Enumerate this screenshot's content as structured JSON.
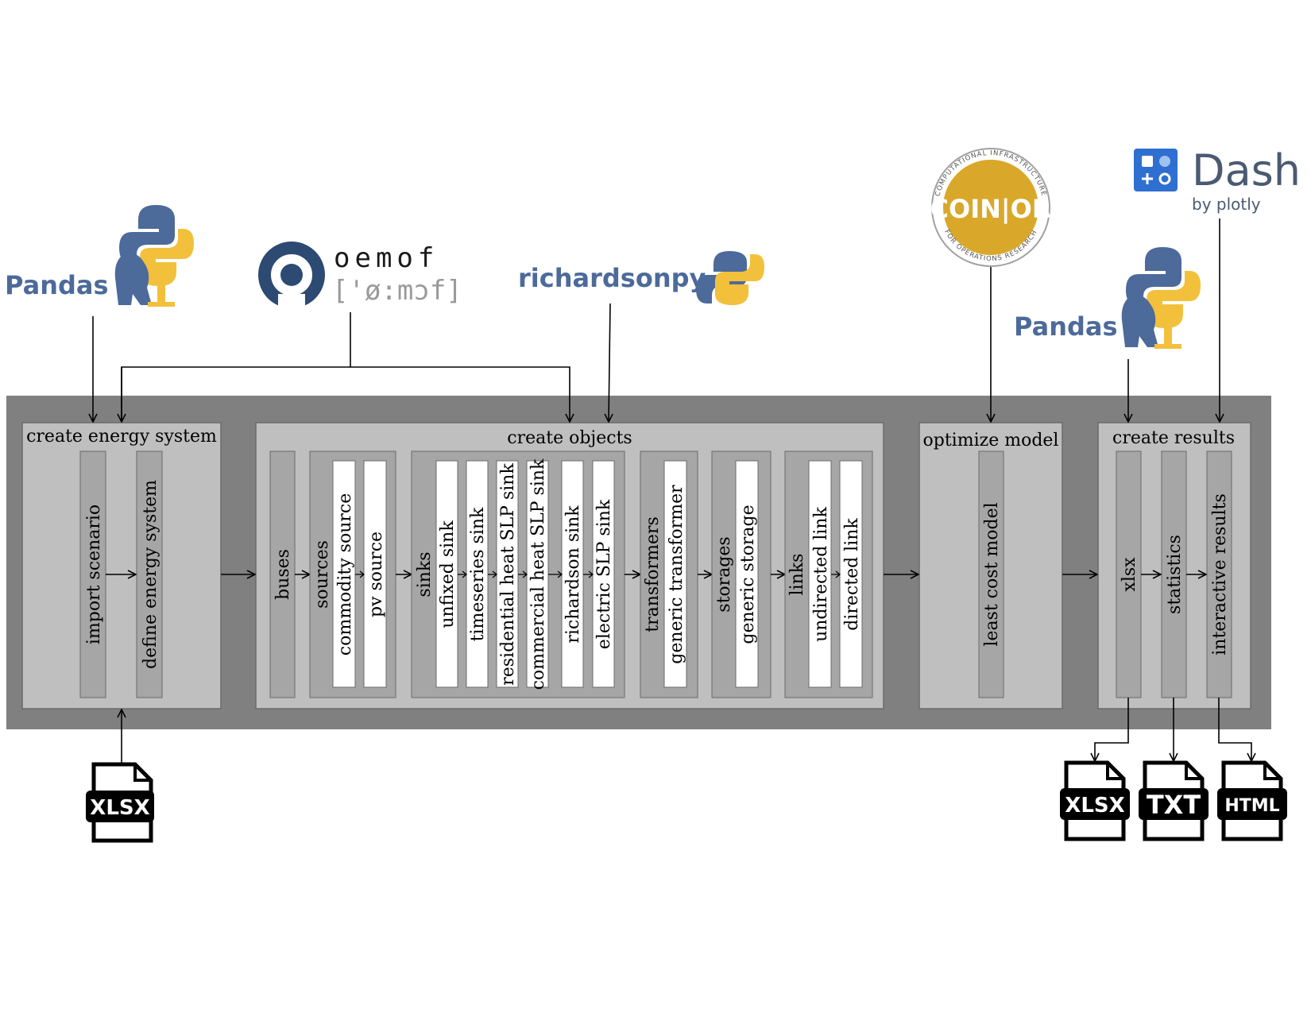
{
  "logos": {
    "pandas_left": "Pandas",
    "oemof_name": "oemof",
    "oemof_ipa": "['ø:mɔf]",
    "richardsonpy": "richardsonpy",
    "coin_or_main": "COIN|OR",
    "coin_or_ring_top": "COMPUTATIONAL INFRASTRUCTURE",
    "coin_or_ring_bottom": "FOR OPERATIONS RESEARCH",
    "dash_name": "Dash",
    "dash_by": "by plotly",
    "pandas_right": "Pandas"
  },
  "stages": {
    "create_energy_system": {
      "title": "create energy system",
      "items": [
        "import scenario",
        "define energy system"
      ]
    },
    "create_objects": {
      "title": "create objects",
      "buses": "buses",
      "sources": {
        "label": "sources",
        "items": [
          "commodity source",
          "pv source"
        ]
      },
      "sinks": {
        "label": "sinks",
        "items": [
          "unfixed sink",
          "timeseries sink",
          "residential heat SLP sink",
          "commercial heat SLP sink",
          "richardson sink",
          "electric SLP sink"
        ]
      },
      "transformers": {
        "label": "transformers",
        "items": [
          "generic transformer"
        ]
      },
      "storages": {
        "label": "storages",
        "items": [
          "generic storage"
        ]
      },
      "links": {
        "label": "links",
        "items": [
          "undirected link",
          "directed link"
        ]
      }
    },
    "optimize_model": {
      "title": "optimize model",
      "items": [
        "least cost model"
      ]
    },
    "create_results": {
      "title": "create results",
      "items": [
        "xlsx",
        "statistics",
        "interactive results"
      ]
    }
  },
  "files": {
    "input": "XLSX",
    "outputs": [
      "XLSX",
      "TXT",
      "HTML"
    ]
  },
  "colors": {
    "outer_band": "#808080",
    "stage_box": "#bfbfbf",
    "inner_group": "#a6a6a6",
    "leaf_box": "#ffffff",
    "pandas_blue": "#4c6a9a",
    "python_yellow": "#f3c03c",
    "oemof_blue": "#2c4a72",
    "coin_gold": "#d9a82a",
    "dash_blue": "#2f6fd1"
  }
}
